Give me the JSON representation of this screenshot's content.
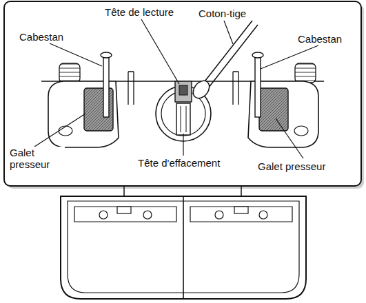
{
  "diagram": {
    "labels": [
      "Tête de lecture",
      "Coton-tige",
      "Cabestan",
      "Cabestan",
      "Galet presseur",
      "Tête d'effacement",
      "Galet presseur"
    ]
  }
}
